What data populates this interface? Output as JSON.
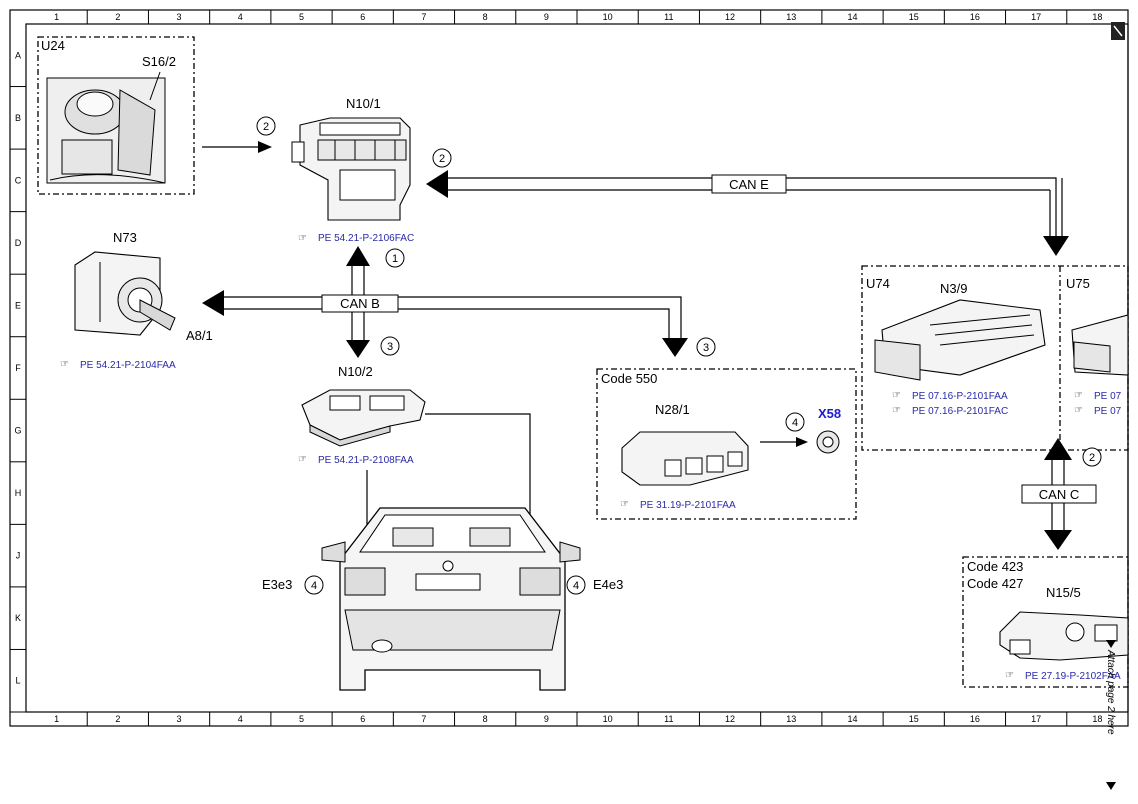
{
  "grid": {
    "columns": [
      "1",
      "2",
      "3",
      "4",
      "5",
      "6",
      "7",
      "8",
      "9",
      "10",
      "11",
      "12",
      "13",
      "14",
      "15",
      "16",
      "17",
      "18"
    ],
    "rows": [
      "A",
      "B",
      "C",
      "D",
      "E",
      "F",
      "G",
      "H",
      "J",
      "K",
      "L"
    ]
  },
  "components": {
    "u24": "U24",
    "s16_2": "S16/2",
    "n10_1": "N10/1",
    "n73": "N73",
    "a8_1": "A8/1",
    "n10_2": "N10/2",
    "e3e3": "E3e3",
    "e4e3": "E4e3",
    "code550": "Code 550",
    "n28_1": "N28/1",
    "x58": "X58",
    "u74": "U74",
    "n3_9": "N3/9",
    "u75": "U75",
    "code423": "Code 423",
    "code427": "Code 427",
    "n15_5": "N15/5"
  },
  "refs": {
    "n10_1": "PE 54.21-P-2106FAC",
    "n73": "PE 54.21-P-2104FAA",
    "n10_2": "PE 54.21-P-2108FAA",
    "n28_1": "PE 31.19-P-2101FAA",
    "n3_9_a": "PE 07.16-P-2101FAA",
    "n3_9_b": "PE 07.16-P-2101FAC",
    "u75_a": "PE 07",
    "u75_b": "PE 07",
    "n15_5": "PE 27.19-P-2102FAA"
  },
  "buses": {
    "can_e": "CAN E",
    "can_b": "CAN B",
    "can_c": "CAN C"
  },
  "callouts": {
    "c2a": "2",
    "c2b": "2",
    "c1": "1",
    "c3a": "3",
    "c3b": "3",
    "c4a": "4",
    "c4b": "4",
    "c4c": "4",
    "c2c": "2"
  },
  "side_note": "Attach page 2 here",
  "colors": {
    "reference_link": "#2a2aa8",
    "x58_label": "#1a1ad0",
    "line": "#000000"
  }
}
